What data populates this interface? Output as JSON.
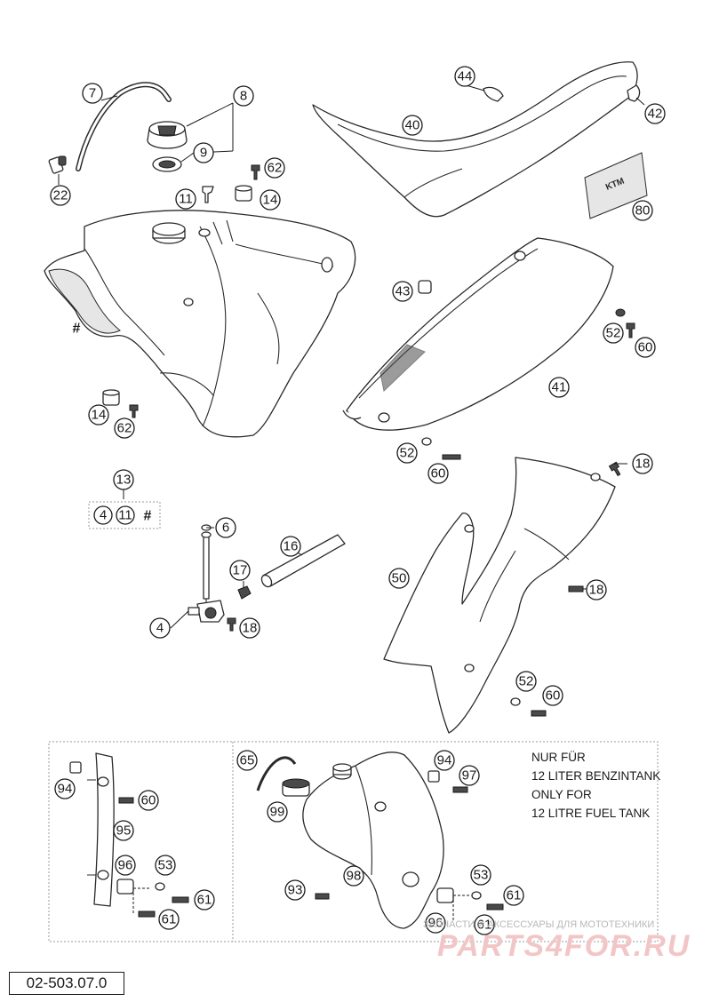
{
  "diagram_code": "02-503.07.0",
  "kit_contents": [
    "4",
    "11",
    "#"
  ],
  "note_lines": [
    "NUR FÜR",
    "12 LITER BENZINTANK",
    "ONLY FOR",
    "12 LITRE FUEL TANK"
  ],
  "watermark": {
    "subtitle": "ЗАПЧАСТИ И АКСЕССУАРЫ ДЛЯ МОТОТЕХНИКИ",
    "brand": "PARTS4FOR.RU"
  },
  "callouts": {
    "c7": "7",
    "c8": "8",
    "c9": "9",
    "c22": "22",
    "c11a": "11",
    "c14a": "14",
    "c62a": "62",
    "c44": "44",
    "c40": "40",
    "c42": "42",
    "c80": "80",
    "c43": "43",
    "c52a": "52",
    "c60a": "60",
    "c41": "41",
    "c14b": "14",
    "c62b": "62",
    "c52b": "52",
    "c60b": "60",
    "c18a": "18",
    "c13": "13",
    "c6": "6",
    "c16": "16",
    "c17": "17",
    "c4": "4",
    "c18b": "18",
    "c50": "50",
    "c18c": "18",
    "c52c": "52",
    "c60c": "60",
    "c94a": "94",
    "c60d": "60",
    "c95": "95",
    "c96a": "96",
    "c53a": "53",
    "c61a": "61",
    "c61b": "61",
    "c65": "65",
    "c99": "99",
    "c94b": "94",
    "c97": "97",
    "c98": "98",
    "c93": "93",
    "c53b": "53",
    "c61c": "61",
    "c96b": "96",
    "c61d": "61"
  }
}
